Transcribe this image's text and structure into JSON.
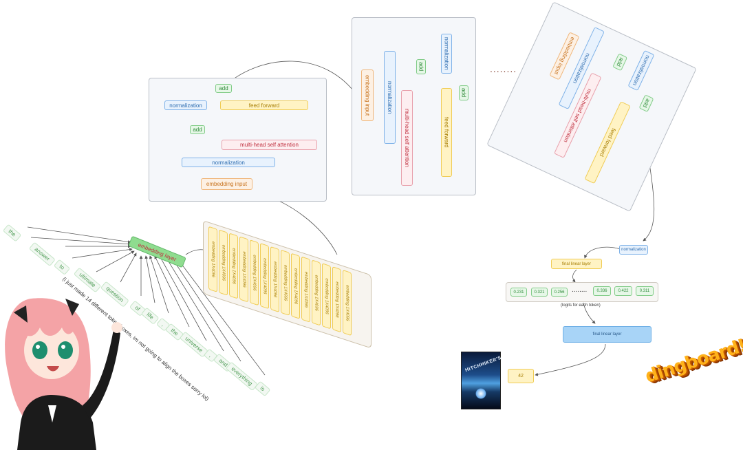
{
  "block1": {
    "add_top": "add",
    "normalization_top": "normalization",
    "feed_forward": "feed forward",
    "add_mid": "add",
    "mhsa": "multi-head self attention",
    "normalization_bottom": "normalization",
    "embedding_input": "embedding input"
  },
  "block2": {
    "embedding_input": "embedding input",
    "normalization_left": "normalization",
    "mhsa": "multi-head self attention",
    "add_left": "add",
    "normalization_right": "normalization",
    "feed_forward": "feed forward",
    "add_right": "add"
  },
  "dots_between": "........",
  "block3": {
    "embedding_input": "embedding input",
    "normalization_left": "normalization",
    "mhsa": "multi-head self attention",
    "add_left": "add",
    "normalization_right": "normalization",
    "feed_forward": "feed forward",
    "add_right": "add"
  },
  "tokens": [
    "the",
    "answer",
    "to",
    "ultimate",
    "question",
    "of",
    "life",
    ",",
    "the",
    "universe",
    ",",
    "and",
    "everything",
    "is"
  ],
  "embedding_layer": "embedding layer",
  "embeddings": [
    "embedding 1X4096",
    "embedding 1X4096",
    "embedding 1X4096",
    "embedding 1X4096",
    "embedding 1X4096",
    "embedding 1X4096",
    "embedding 1X4096",
    "embedding 1X4096",
    "embedding 1X4096",
    "embedding 1X4096",
    "embedding 1X4096",
    "embedding 1X4096",
    "embedding 1X4096",
    "embedding 1X4096"
  ],
  "aside_note": "(i just made 14 different token boxes, im not going to align the boxes sorry lol)",
  "head": {
    "normalization": "normalization",
    "final_linear_small": "final linear layer",
    "logits": [
      "0.231",
      "0.321",
      "0.256",
      "0.336",
      "0.422",
      "0.311"
    ],
    "logits_dots": "........",
    "logits_caption": "(logits for each token)",
    "final_linear_big": "final linear layer",
    "answer": "42"
  },
  "poster": {
    "title": "HITCHHIKER'S"
  },
  "logo_text": "dingboard!"
}
